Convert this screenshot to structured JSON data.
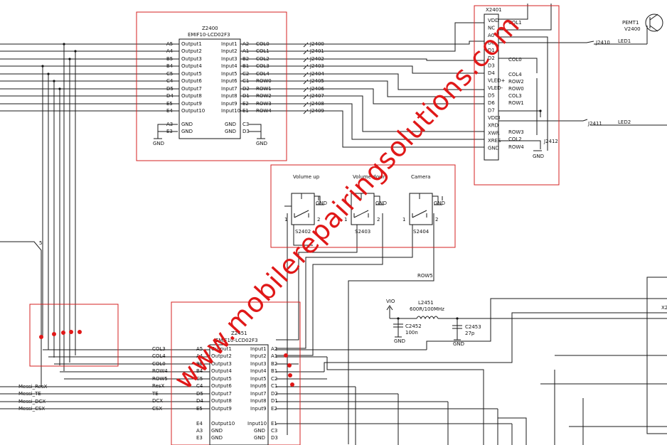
{
  "z2400": {
    "ref": "Z2400",
    "part": "EMIF10-LCD02F3",
    "left_pins": [
      "A5",
      "A4",
      "B5",
      "B4",
      "C5",
      "C4",
      "D5",
      "D4",
      "E5",
      "E4"
    ],
    "left_outputs": [
      "Output1",
      "Output2",
      "Output3",
      "Output4",
      "Output5",
      "Output6",
      "Output7",
      "Output8",
      "Output9",
      "Output10"
    ],
    "right_inputs": [
      "Input1",
      "Input2",
      "Input3",
      "Input4",
      "Input5",
      "Input6",
      "Input7",
      "Input8",
      "Input9",
      "Input10"
    ],
    "right_pins": [
      "A2",
      "A1",
      "B2",
      "B1",
      "C2",
      "C1",
      "D2",
      "D1",
      "E2",
      "E1"
    ],
    "nets": [
      "COL0",
      "COL1",
      "COL2",
      "COL3",
      "COL4",
      "ROW0",
      "ROW1",
      "ROW2",
      "ROW3",
      "ROW4"
    ],
    "jumpers": [
      "J2400",
      "J2401",
      "J2402",
      "J2403",
      "J2404",
      "J2405",
      "J2406",
      "J2407",
      "J2408",
      "J2409"
    ],
    "gnd_left_pins": [
      "A3",
      "E3"
    ],
    "gnd_right_pins": [
      "C3",
      "D3"
    ],
    "gnd_pin_label": "GND",
    "gnd": "GND"
  },
  "x2401": {
    "ref": "X2401",
    "pins": [
      "VDD",
      "NC",
      "A0",
      "D0",
      "D1",
      "D2",
      "D3",
      "D4",
      "VLED+",
      "VLED-",
      "D5",
      "D6",
      "D7",
      "VDDI",
      "XRD",
      "XWR",
      "XRES",
      "GND"
    ],
    "nets": [
      "COL1",
      "COL0",
      "COL4",
      "ROW2",
      "ROW0",
      "COL3",
      "ROW1",
      "ROW3",
      "COL2",
      "ROW4"
    ],
    "jumpers": [
      "J2410",
      "J2411",
      "J2412"
    ],
    "gnd": "GND",
    "led1": "LED1",
    "led2": "LED2"
  },
  "transistor": {
    "ref": "PEMT1",
    "sub": "V2400"
  },
  "buttons": [
    {
      "title": "Volume up",
      "ref": "S2402",
      "pin1": "1",
      "pin2": "2",
      "gnd": "GND"
    },
    {
      "title": "Volume down",
      "ref": "S2403",
      "pin1": "1",
      "pin2": "2",
      "gnd": "GND"
    },
    {
      "title": "Camera",
      "ref": "S2404",
      "pin1": "1",
      "pin2": "2",
      "gnd": "GND"
    }
  ],
  "row5_label": "ROW5",
  "bus_number": "5",
  "z2451": {
    "ref": "Z2451",
    "part": "EMIF10-LCD02F3",
    "left_nets": [
      "COL3",
      "COL4",
      "COL0",
      "ROW4",
      "ROW5",
      "ResX",
      "TE",
      "DCX",
      "CSX"
    ],
    "left_pins": [
      "A5",
      "A4",
      "B5",
      "B4",
      "C5",
      "C4",
      "D5",
      "D4",
      "E5"
    ],
    "left_outputs": [
      "Output1",
      "Output2",
      "Output3",
      "Output4",
      "Output5",
      "Output6",
      "Output7",
      "Output8",
      "Output9"
    ],
    "right_inputs": [
      "Input1",
      "Input2",
      "Input3",
      "Input4",
      "Input5",
      "Input6",
      "Input7",
      "Input8",
      "Input9"
    ],
    "right_pins": [
      "A2",
      "A1",
      "B2",
      "B1",
      "C2",
      "C1",
      "D2",
      "D1",
      "E2"
    ],
    "extra_left_pin": "E4",
    "extra_output": "Output10",
    "extra_input": "Input10",
    "extra_right_pin": "E1",
    "gnd_left_pins": [
      "A3",
      "E3"
    ],
    "gnd_right_pins": [
      "C3",
      "D3"
    ],
    "gnd_pin_label": "GND"
  },
  "messi_nets": [
    "Messi_ResX",
    "Messi_TE",
    "Messi_DCX",
    "Messi_CSX"
  ],
  "vio": "VIO",
  "filter": {
    "inductor": "L2451",
    "inductor_value": "600R/100MHz",
    "cap1": "C2452",
    "cap1_value": "100n",
    "cap2": "C2453",
    "cap2_value": "27p",
    "gnd": "GND"
  },
  "edge_ref": "X2",
  "watermark": "www.mobilerepairingsolutions.com",
  "colors": {
    "highlight_box": "#d42020",
    "watermark": "#e01818",
    "wire": "#1a1a1a"
  }
}
